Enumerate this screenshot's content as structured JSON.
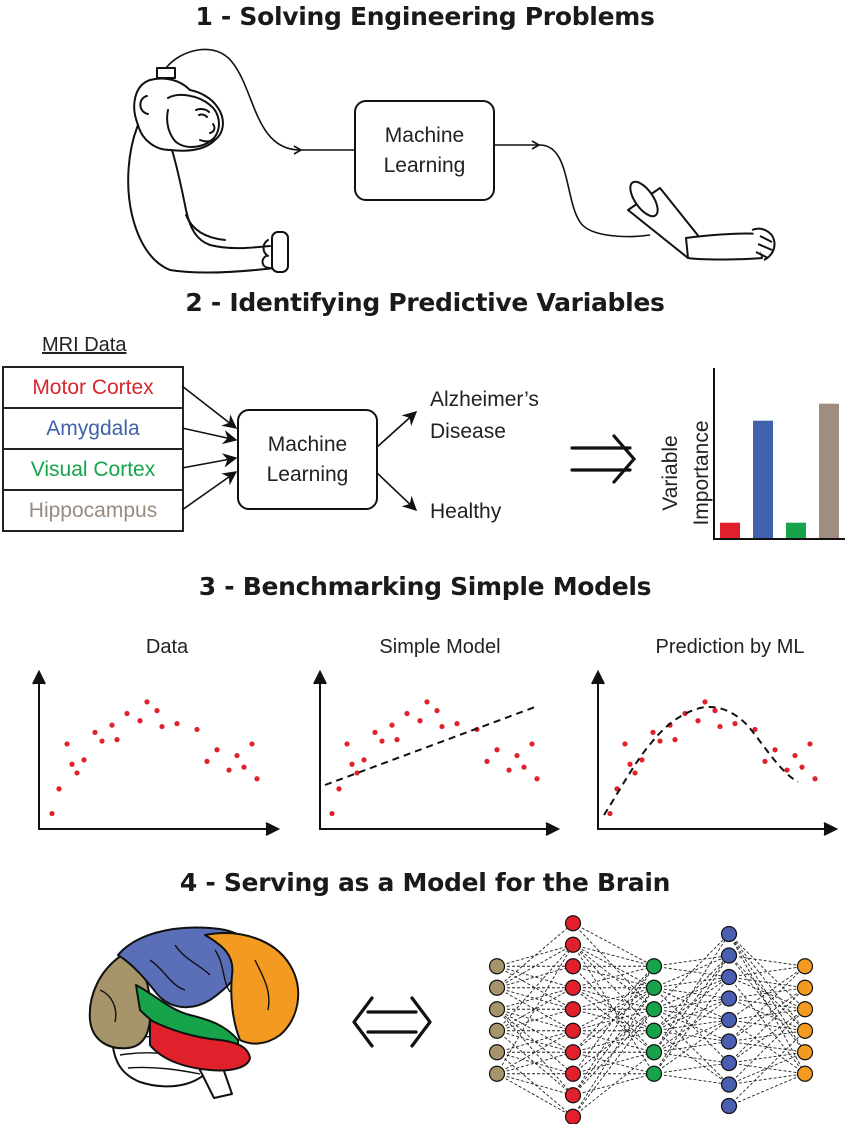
{
  "sections": {
    "s1": "1 - Solving Engineering Problems",
    "s2": "2 - Identifying Predictive Variables",
    "s3": "3 - Benchmarking Simple Models",
    "s4": "4 - Serving as a Model for the Brain"
  },
  "ml_box": {
    "line1": "Machine",
    "line2": "Learning"
  },
  "mri": {
    "title": "MRI Data",
    "regions": [
      {
        "label": "Motor Cortex",
        "color": "#d6262e"
      },
      {
        "label": "Amygdala",
        "color": "#3f62ab"
      },
      {
        "label": "Visual Cortex",
        "color": "#16a34a"
      },
      {
        "label": "Hippocampus",
        "color": "#9a8b7f"
      }
    ]
  },
  "outcomes": {
    "alzheimers_line1": "Alzheimer’s",
    "alzheimers_line2": "Disease",
    "healthy": "Healthy"
  },
  "importance_axis": {
    "line1": "Variable",
    "line2": "Importance"
  },
  "chart_data": {
    "type": "bar",
    "categories": [
      "Motor Cortex",
      "Amygdala",
      "Visual Cortex",
      "Hippocampus"
    ],
    "values": [
      0.09,
      0.69,
      0.09,
      0.79
    ],
    "colors": [
      "#e0202a",
      "#3f62ab",
      "#16a34a",
      "#a08c80"
    ],
    "ylim": [
      0,
      1
    ]
  },
  "plots": {
    "titles": [
      "Data",
      "Simple Model",
      "Prediction by ML"
    ],
    "points": [
      [
        0.05,
        0.1
      ],
      [
        0.12,
        1.8
      ],
      [
        0.2,
        4.9
      ],
      [
        0.25,
        3.5
      ],
      [
        0.3,
        2.9
      ],
      [
        0.37,
        3.8
      ],
      [
        0.48,
        5.7
      ],
      [
        0.55,
        5.1
      ],
      [
        0.65,
        6.2
      ],
      [
        0.7,
        5.2
      ],
      [
        0.8,
        7.0
      ],
      [
        0.93,
        6.5
      ],
      [
        1.0,
        7.8
      ],
      [
        1.1,
        7.2
      ],
      [
        1.15,
        6.1
      ],
      [
        1.3,
        6.3
      ],
      [
        1.5,
        5.9
      ],
      [
        1.6,
        3.7
      ],
      [
        1.7,
        4.5
      ],
      [
        1.82,
        3.1
      ],
      [
        1.9,
        4.1
      ],
      [
        1.97,
        3.3
      ],
      [
        2.05,
        4.9
      ],
      [
        2.1,
        2.5
      ]
    ],
    "point_color": "#e0202a"
  },
  "network": {
    "layer_colors": [
      "#a6946a",
      "#e0202a",
      "#16a34a",
      "#4a5fb0",
      "#f39a21"
    ],
    "layer_sizes": [
      6,
      10,
      6,
      9,
      6
    ]
  }
}
